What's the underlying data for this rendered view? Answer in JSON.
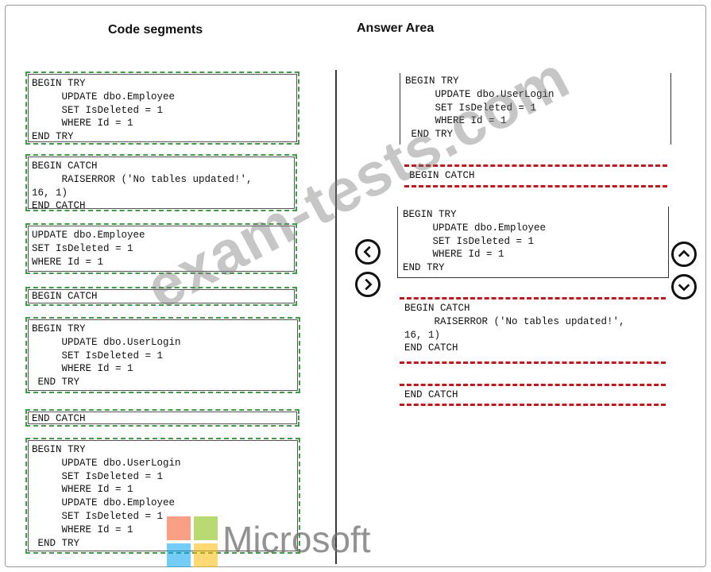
{
  "headings": {
    "code_segments": "Code segments",
    "answer_area": "Answer Area"
  },
  "code_segments": [
    {
      "text": "BEGIN TRY\n     UPDATE dbo.Employee\n     SET IsDeleted = 1\n     WHERE Id = 1\nEND TRY"
    },
    {
      "text": "BEGIN CATCH\n     RAISERROR ('No tables updated!',\n16, 1)\nEND CATCH"
    },
    {
      "text": "UPDATE dbo.Employee\nSET IsDeleted = 1\nWHERE Id = 1"
    },
    {
      "text": "BEGIN CATCH"
    },
    {
      "text": "BEGIN TRY\n     UPDATE dbo.UserLogin\n     SET IsDeleted = 1\n     WHERE Id = 1\n END TRY"
    },
    {
      "text": "END CATCH"
    },
    {
      "text": "BEGIN TRY\n     UPDATE dbo.UserLogin\n     SET IsDeleted = 1\n     WHERE Id = 1\n     UPDATE dbo.Employee\n     SET IsDeleted = 1\n     WHERE Id = 1\n END TRY"
    }
  ],
  "answer_area": [
    {
      "text": "BEGIN TRY\n     UPDATE dbo.UserLogin\n     SET IsDeleted = 1\n     WHERE Id = 1\n END TRY"
    },
    {
      "text": "BEGIN CATCH"
    },
    {
      "text": "BEGIN TRY\n     UPDATE dbo.Employee\n     SET IsDeleted = 1\n     WHERE Id = 1\nEND TRY"
    },
    {
      "text": "BEGIN CATCH\n     RAISERROR ('No tables updated!',\n16, 1)\nEND CATCH"
    },
    {
      "text": "END CATCH"
    }
  ],
  "controls": {
    "move_left_icon": "chevron-left-icon",
    "move_right_icon": "chevron-right-icon",
    "move_up_icon": "chevron-up-icon",
    "move_down_icon": "chevron-down-icon"
  },
  "watermark": {
    "text": "exam-tests.com",
    "brand": "Microsoft"
  },
  "colors": {
    "segment_border": "#3f9b45",
    "answer_border": "#c0161d",
    "ms_red": "#f25022",
    "ms_green": "#7fba00",
    "ms_blue": "#00a4ef",
    "ms_yellow": "#ffb900"
  }
}
